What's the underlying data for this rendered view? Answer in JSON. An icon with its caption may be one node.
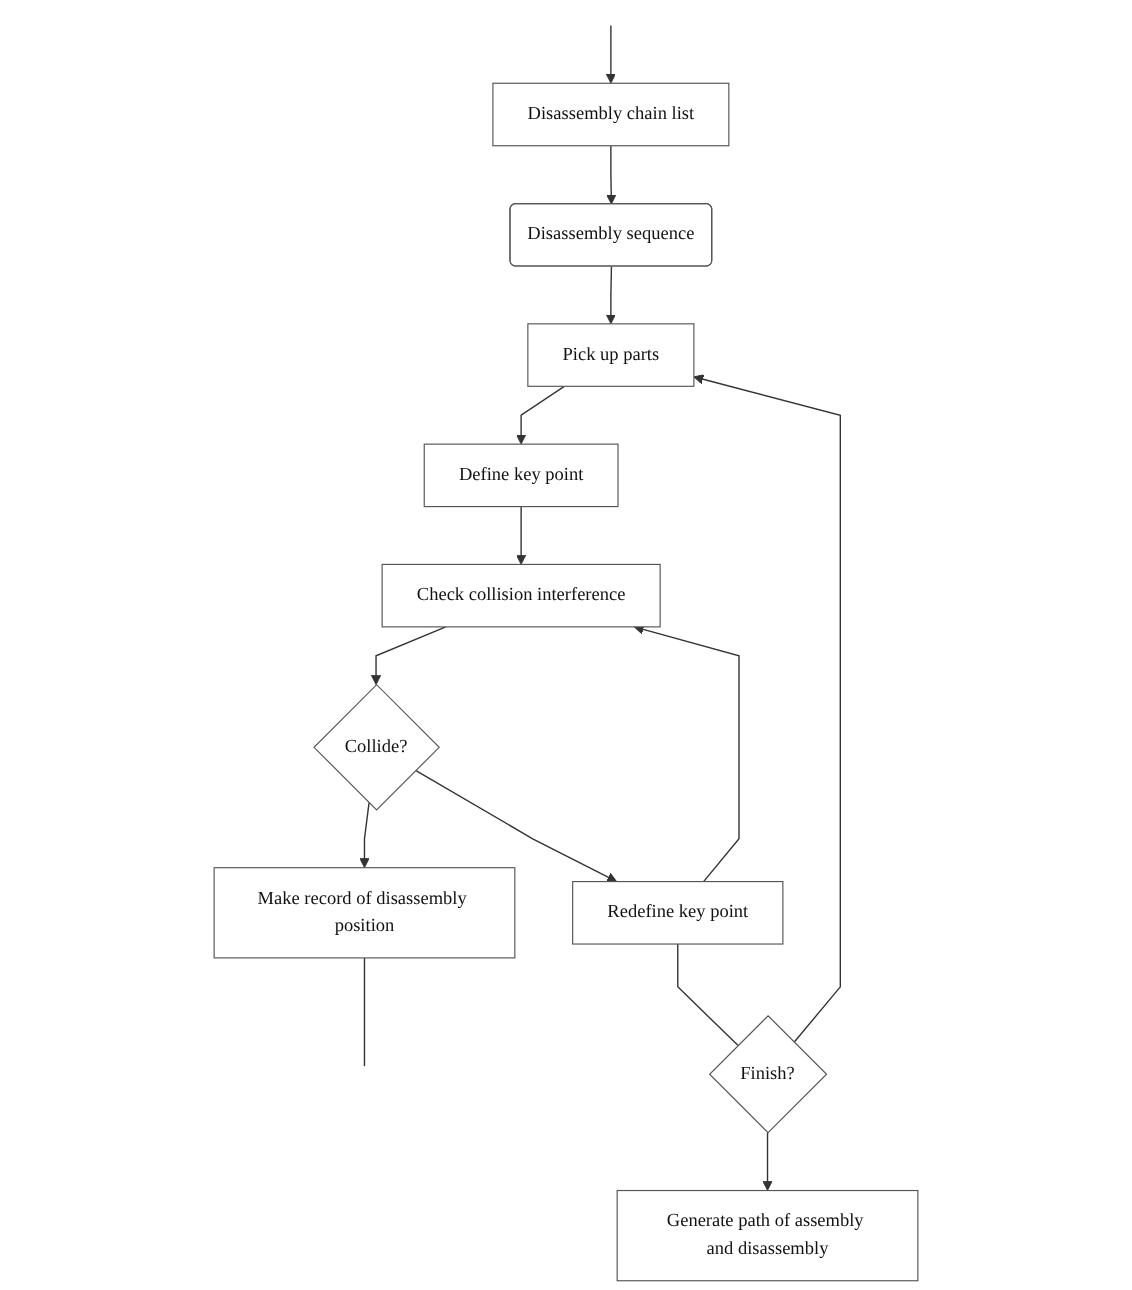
{
  "diagram": {
    "nodes": [
      {
        "text": [
          "Disassembly sequence"
        ]
      },
      {
        "text": [
          "Disassembly chain list"
        ]
      },
      {
        "text": [
          "Pick up parts"
        ]
      },
      {
        "text": [
          "Define key point"
        ]
      },
      {
        "text": [
          "Check collision interference"
        ]
      },
      {
        "text": [
          "Collide?"
        ]
      },
      {
        "text": [
          "Make record of disassembly position"
        ]
      },
      {
        "text": [
          "Redefine key point"
        ]
      },
      {
        "text": [
          "Finish?"
        ]
      },
      {
        "text": [
          "Generate path of assembly and disassembly"
        ]
      }
    ],
    "edges": [
      {
        "from": null,
        "to": 1,
        "arrow": "to"
      },
      {
        "from": 1,
        "to": 0,
        "arrow": "to"
      },
      {
        "from": 0,
        "to": 2,
        "arrow": "to"
      },
      {
        "from": 2,
        "to": 3,
        "arrow": "to"
      },
      {
        "from": 3,
        "to": 4,
        "arrow": "to"
      },
      {
        "from": 4,
        "to": 5,
        "arrow": "to"
      },
      {
        "from": 5,
        "to": 6,
        "arrow": "to"
      },
      {
        "from": 6,
        "to": null,
        "arrow": "none"
      },
      {
        "from": 5,
        "to": 7,
        "arrow": "to"
      },
      {
        "from": 7,
        "to": 4,
        "arrow": "to"
      },
      {
        "from": 7,
        "to": 8,
        "arrow": "none"
      },
      {
        "from": 8,
        "to": 2,
        "arrow": "to"
      },
      {
        "from": 8,
        "to": 9,
        "arrow": "to"
      }
    ]
  }
}
